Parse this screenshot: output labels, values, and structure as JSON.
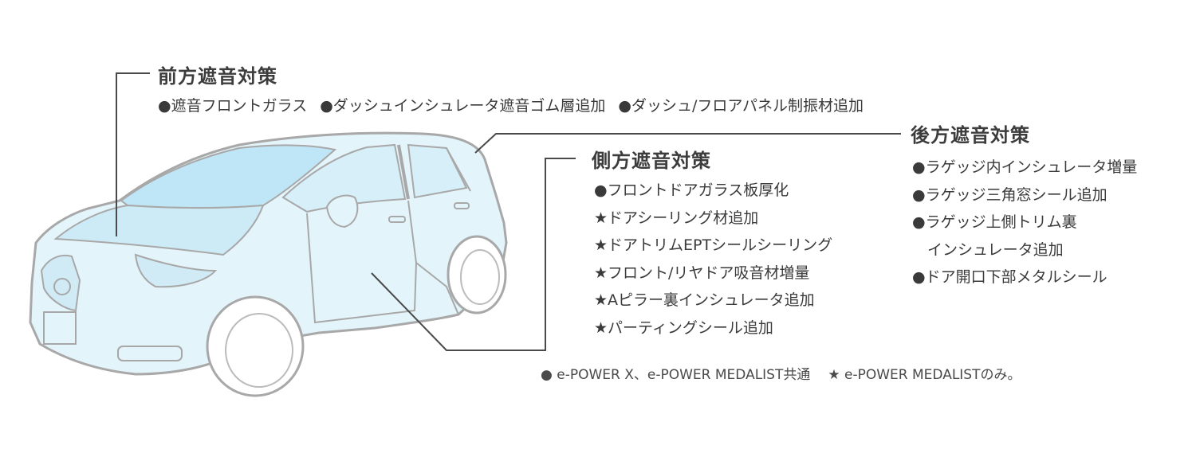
{
  "front": {
    "heading": "前方遮音対策",
    "items": [
      "●遮音フロントガラス",
      "●ダッシュインシュレータ遮音ゴム層追加",
      "●ダッシュ/フロアパネル制振材追加"
    ]
  },
  "side": {
    "heading": "側方遮音対策",
    "items": [
      "●フロントドアガラス板厚化",
      "★ドアシーリング材追加",
      "★ドアトリムEPTシールシーリング",
      "★フロント/リヤドア吸音材増量",
      "★Aピラー裏インシュレータ追加",
      "★パーティングシール追加"
    ]
  },
  "rear": {
    "heading": "後方遮音対策",
    "items": [
      "●ラゲッジ内インシュレータ増量",
      "●ラゲッジ三角窓シール追加",
      "●ラゲッジ上側トリム裏",
      "　インシュレータ追加",
      "●ドア開口下部メタルシール"
    ]
  },
  "legend": {
    "circle": "● e-POWER X、e-POWER MEDALIST共通",
    "star": "★ e-POWER MEDALISTのみ。"
  },
  "colors": {
    "car_body": "#e3f4fb",
    "car_glass": "#bfe6f6",
    "car_outline": "#a8a8a8",
    "leader_line": "#4a4a4a",
    "text": "#3a3a3a"
  }
}
